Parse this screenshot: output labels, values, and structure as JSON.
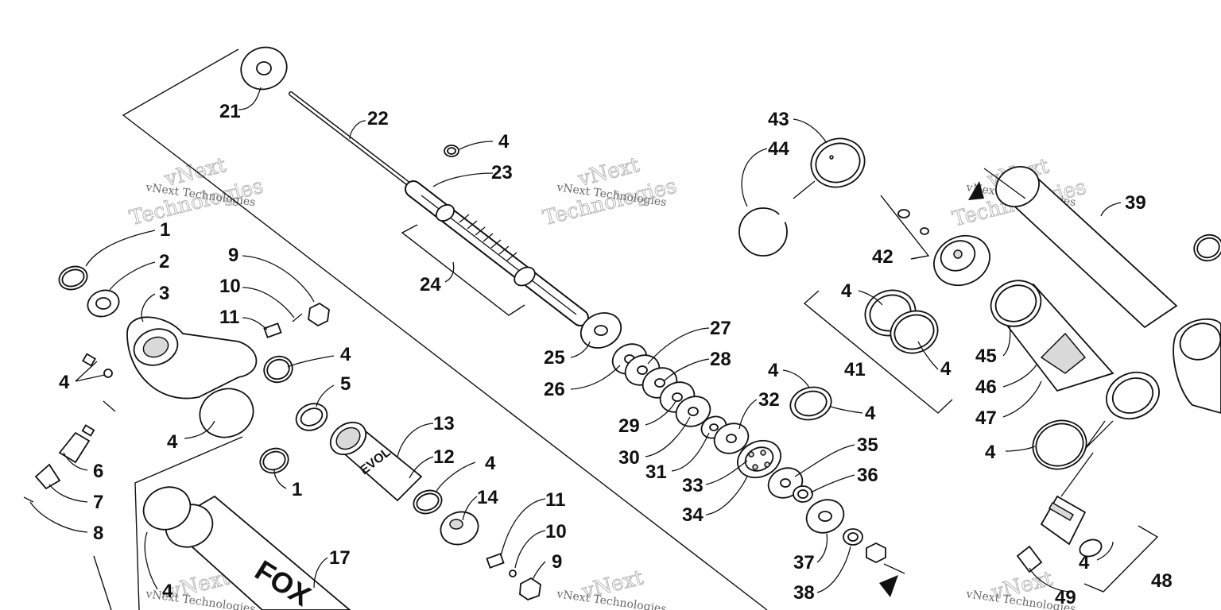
{
  "diagram": {
    "watermark": {
      "line1": "vNext Technologies",
      "line2a": "vNext",
      "line2b": "Technologies"
    },
    "brand_labels": {
      "fox": "FOX",
      "evol": "EVOL"
    },
    "callouts": [
      {
        "id": "c21",
        "text": "21"
      },
      {
        "id": "c22",
        "text": "22"
      },
      {
        "id": "c4a",
        "text": "4"
      },
      {
        "id": "c23",
        "text": "23"
      },
      {
        "id": "c24",
        "text": "24"
      },
      {
        "id": "c1a",
        "text": "1"
      },
      {
        "id": "c2",
        "text": "2"
      },
      {
        "id": "c3",
        "text": "3"
      },
      {
        "id": "c9a",
        "text": "9"
      },
      {
        "id": "c10a",
        "text": "10"
      },
      {
        "id": "c11a",
        "text": "11"
      },
      {
        "id": "c4b",
        "text": "4"
      },
      {
        "id": "c4c",
        "text": "4"
      },
      {
        "id": "c5",
        "text": "5"
      },
      {
        "id": "c4d",
        "text": "4"
      },
      {
        "id": "c6",
        "text": "6"
      },
      {
        "id": "c7",
        "text": "7"
      },
      {
        "id": "c8",
        "text": "8"
      },
      {
        "id": "c1b",
        "text": "1"
      },
      {
        "id": "c13",
        "text": "13"
      },
      {
        "id": "c12",
        "text": "12"
      },
      {
        "id": "c4e",
        "text": "4"
      },
      {
        "id": "c14",
        "text": "14"
      },
      {
        "id": "c11b",
        "text": "11"
      },
      {
        "id": "c10b",
        "text": "10"
      },
      {
        "id": "c9b",
        "text": "9"
      },
      {
        "id": "c17",
        "text": "17"
      },
      {
        "id": "c4f",
        "text": "4"
      },
      {
        "id": "c25",
        "text": "25"
      },
      {
        "id": "c26",
        "text": "26"
      },
      {
        "id": "c27",
        "text": "27"
      },
      {
        "id": "c28",
        "text": "28"
      },
      {
        "id": "c29",
        "text": "29"
      },
      {
        "id": "c30",
        "text": "30"
      },
      {
        "id": "c31",
        "text": "31"
      },
      {
        "id": "c32",
        "text": "32"
      },
      {
        "id": "c33",
        "text": "33"
      },
      {
        "id": "c34",
        "text": "34"
      },
      {
        "id": "c4g",
        "text": "4"
      },
      {
        "id": "c4h",
        "text": "4"
      },
      {
        "id": "c35",
        "text": "35"
      },
      {
        "id": "c36",
        "text": "36"
      },
      {
        "id": "c37",
        "text": "37"
      },
      {
        "id": "c38",
        "text": "38"
      },
      {
        "id": "c43",
        "text": "43"
      },
      {
        "id": "c44",
        "text": "44"
      },
      {
        "id": "c42",
        "text": "42"
      },
      {
        "id": "c4i",
        "text": "4"
      },
      {
        "id": "c41",
        "text": "41"
      },
      {
        "id": "c4j",
        "text": "4"
      },
      {
        "id": "c39",
        "text": "39"
      },
      {
        "id": "c45",
        "text": "45"
      },
      {
        "id": "c46",
        "text": "46"
      },
      {
        "id": "c47",
        "text": "47"
      },
      {
        "id": "c4k",
        "text": "4"
      },
      {
        "id": "c4l",
        "text": "4"
      },
      {
        "id": "c48",
        "text": "48"
      },
      {
        "id": "c49",
        "text": "49"
      }
    ]
  }
}
